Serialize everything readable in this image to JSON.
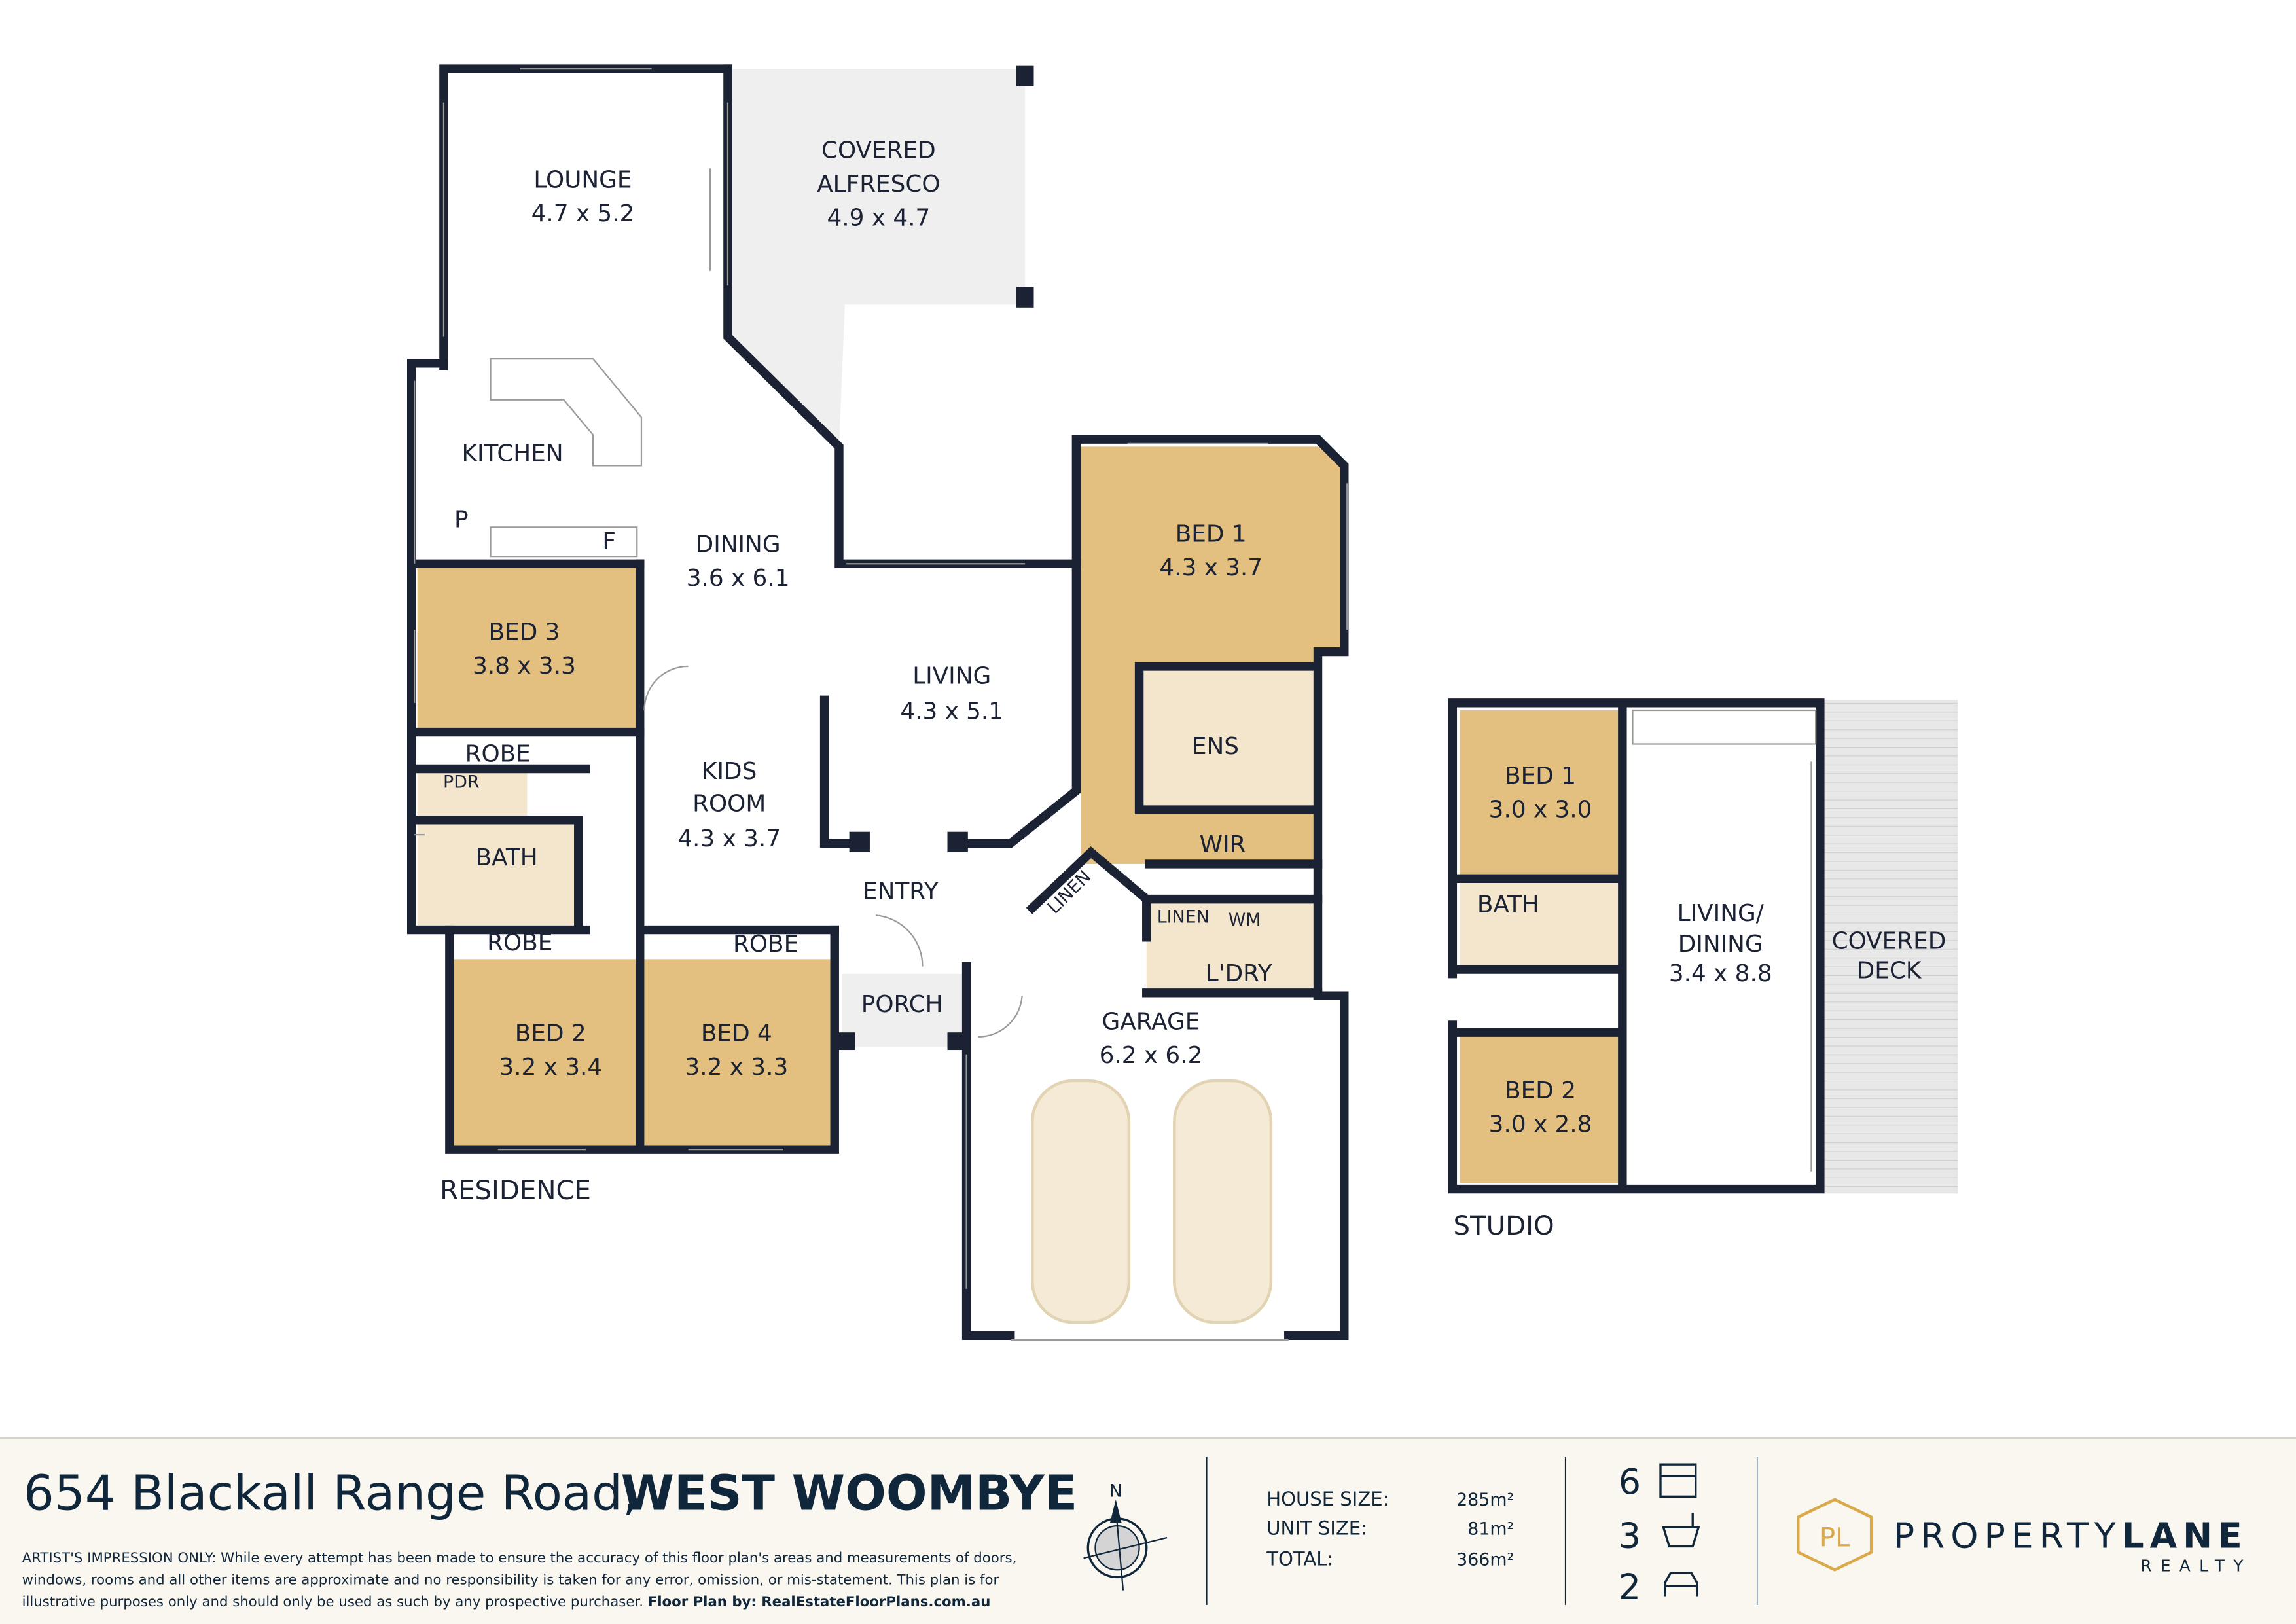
{
  "rooms": {
    "lounge": {
      "name": "LOUNGE",
      "dims": "4.7 x 5.2"
    },
    "alfresco": {
      "name1": "COVERED",
      "name2": "ALFRESCO",
      "dims": "4.9 x 4.7"
    },
    "kitchen": {
      "name": "KITCHEN"
    },
    "pantry": {
      "name": "P"
    },
    "fridge": {
      "name": "F"
    },
    "dining": {
      "name": "DINING",
      "dims": "3.6 x 6.1"
    },
    "bed1": {
      "name": "BED 1",
      "dims": "4.3 x 3.7"
    },
    "bed3": {
      "name": "BED 3",
      "dims": "3.8 x 3.3"
    },
    "living": {
      "name": "LIVING",
      "dims": "4.3 x 5.1"
    },
    "ens": {
      "name": "ENS"
    },
    "wir": {
      "name": "WIR"
    },
    "robe_bed3": {
      "name": "ROBE"
    },
    "pdr": {
      "name": "PDR"
    },
    "kids": {
      "name1": "KIDS",
      "name2": "ROOM",
      "dims": "4.3 x 3.7"
    },
    "bath": {
      "name": "BATH"
    },
    "entry": {
      "name": "ENTRY"
    },
    "linen1": {
      "name": "LINEN"
    },
    "linen2": {
      "name": "LINEN"
    },
    "wm": {
      "name": "WM"
    },
    "laundry": {
      "name": "L'DRY"
    },
    "robe_bed2": {
      "name": "ROBE"
    },
    "robe_bed4": {
      "name": "ROBE"
    },
    "porch": {
      "name": "PORCH"
    },
    "garage": {
      "name": "GARAGE",
      "dims": "6.2 x 6.2"
    },
    "bed2": {
      "name": "BED 2",
      "dims": "3.2 x 3.4"
    },
    "bed4": {
      "name": "BED 4",
      "dims": "3.2 x 3.3"
    }
  },
  "residence_label": "RESIDENCE",
  "studio": {
    "label": "STUDIO",
    "bed1": {
      "name": "BED 1",
      "dims": "3.0 x 3.0"
    },
    "bath": {
      "name": "BATH"
    },
    "bed2": {
      "name": "BED 2",
      "dims": "3.0 x 2.8"
    },
    "living": {
      "name1": "LIVING/",
      "name2": "DINING",
      "dims": "3.4 x 8.8"
    },
    "deck": {
      "name1": "COVERED",
      "name2": "DECK"
    }
  },
  "footer": {
    "address": "654 Blackall Range Road,",
    "suburb": "WEST WOOMBYE",
    "disclaimer_lead": "ARTIST'S IMPRESSION ONLY:",
    "disclaimer_line1": "While every attempt has been made to ensure the accuracy of this floor plan's areas and measurements of doors,",
    "disclaimer_line2": "windows, rooms and all other items are approximate and no responsibility is taken for any error, omission, or mis-statement. This plan is for",
    "disclaimer_line3": "illustrative purposes only and should only be used as such by any prospective purchaser.",
    "credit": "Floor Plan by: RealEstateFloorPlans.com.au",
    "compass_n": "N",
    "sizes": [
      {
        "label": "HOUSE SIZE:",
        "value": "285m²"
      },
      {
        "label": "UNIT SIZE:",
        "value": "81m²"
      },
      {
        "label": "TOTAL:",
        "value": "366m²"
      }
    ],
    "features": [
      {
        "count": "6",
        "icon": "bed-icon"
      },
      {
        "count": "3",
        "icon": "bath-icon"
      },
      {
        "count": "2",
        "icon": "car-icon"
      }
    ],
    "brand_mono": "PL",
    "brand_name_light": "PROPERTY",
    "brand_name_bold": "LANE",
    "brand_sub": "REALTY",
    "brand_color": "#d9a94a",
    "ink_color": "#10263a"
  }
}
